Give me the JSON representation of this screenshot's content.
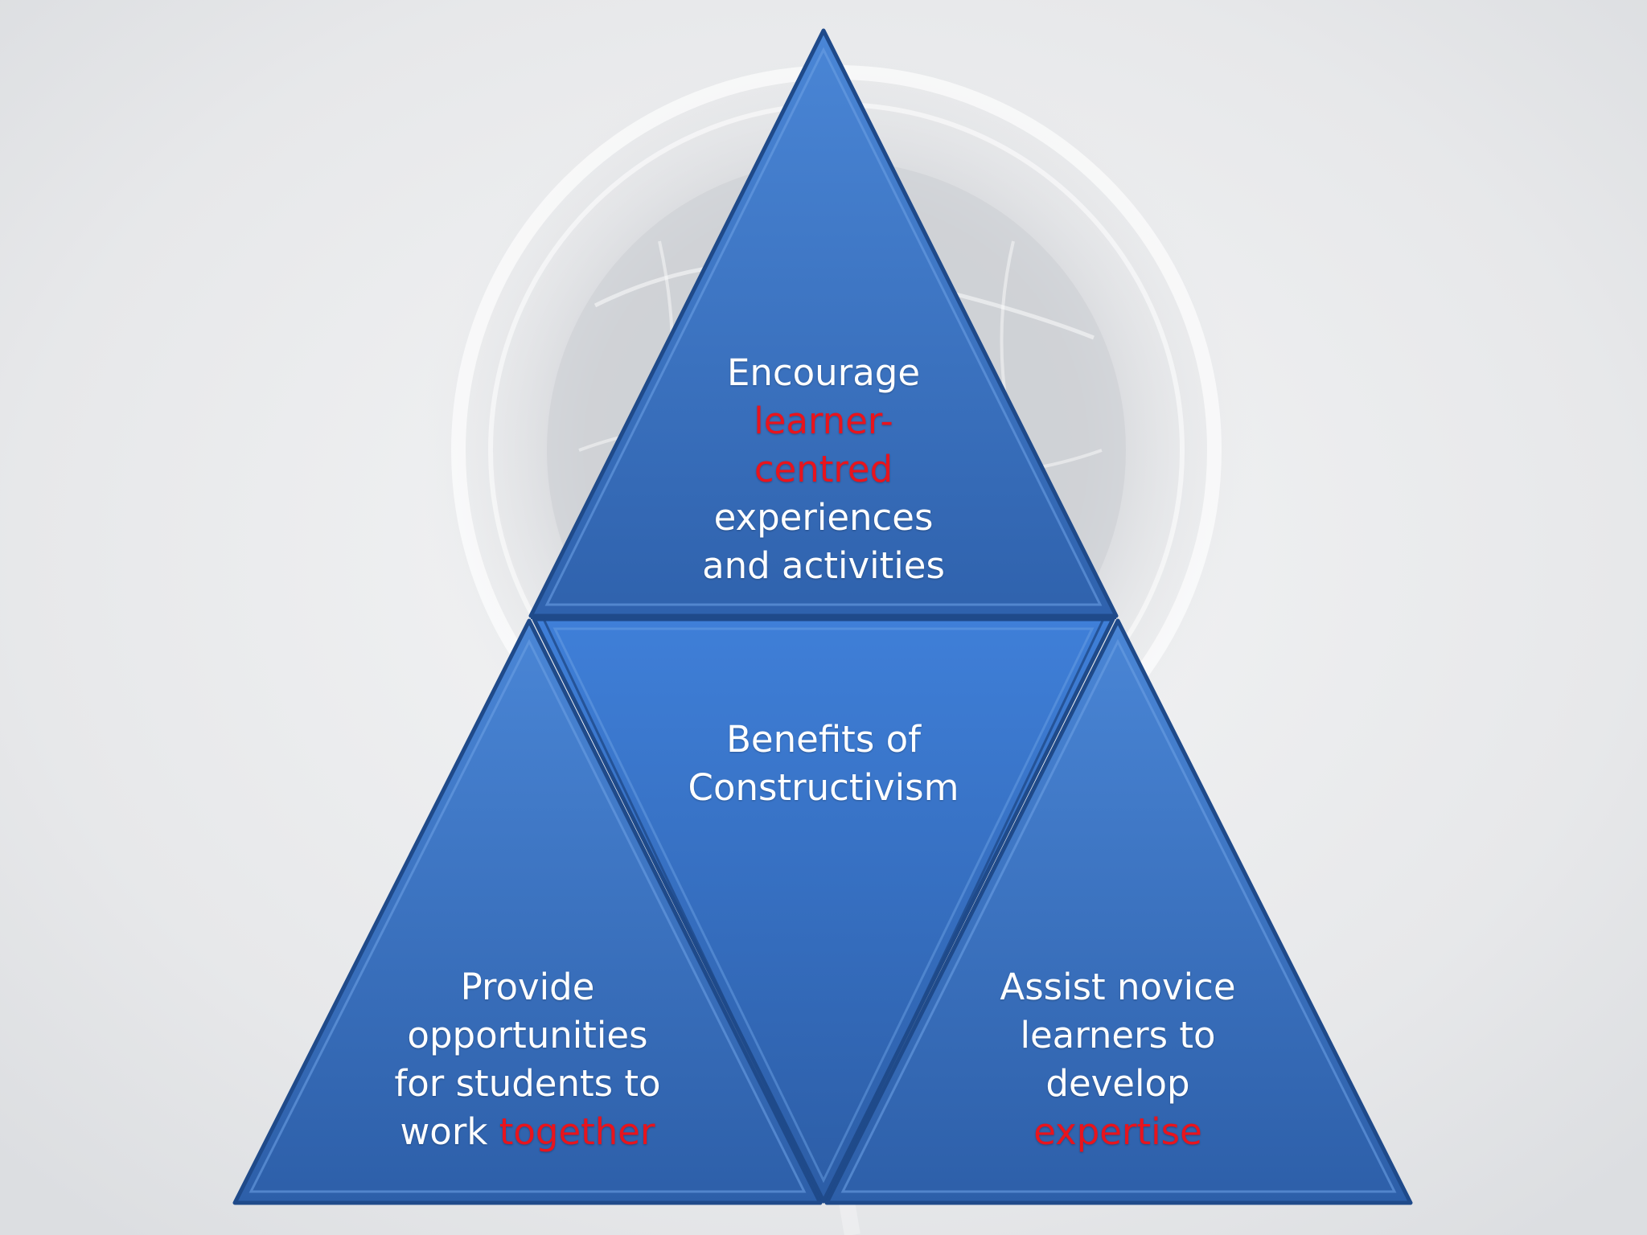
{
  "diagram": {
    "center": {
      "lines": [
        "Benefits of",
        "Constructivism"
      ]
    },
    "top": {
      "line1": "Encourage",
      "highlight1": "learner-",
      "highlight2": "centred",
      "line4": "experiences",
      "line5": "and activities"
    },
    "bottom_left": {
      "line1": "Provide",
      "line2": "opportunities",
      "line3": "for students to",
      "line4_prefix": "work",
      "line4_highlight": "together"
    },
    "bottom_right": {
      "line1": "Assist novice",
      "line2": "learners to",
      "line3": "develop",
      "line4_highlight": "expertise"
    }
  },
  "colors": {
    "triangle_fill": "#3a72c4",
    "triangle_edge": "#1f4a8a",
    "highlight_text": "#e8141d",
    "normal_text": "#ffffff"
  }
}
